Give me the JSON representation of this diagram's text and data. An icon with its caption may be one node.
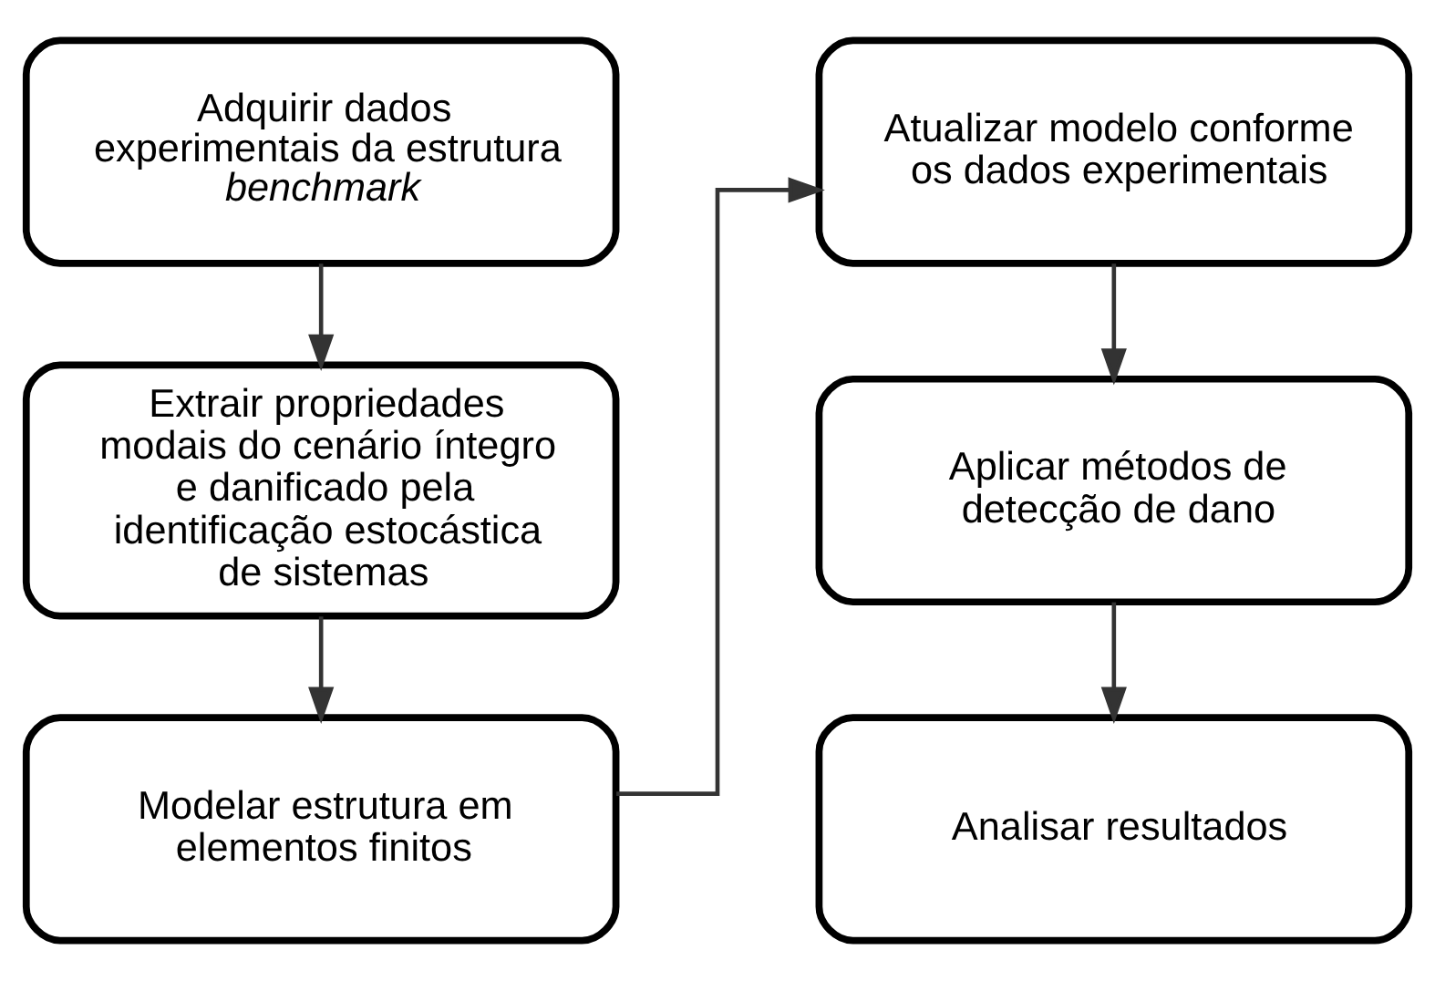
{
  "diagram": {
    "nodes": [
      {
        "text": [
          "Adquirir dados experimentais da estrutura *benchmark*"
        ]
      },
      {
        "text": [
          "Extrair propriedades modais do cenário íntegro e danificado pela identificação estocástica de sistemas"
        ]
      },
      {
        "text": [
          "Modelar estrutura em elementos finitos"
        ]
      },
      {
        "text": [
          "Atualizar modelo conforme os dados experimentais"
        ]
      },
      {
        "text": [
          "Aplicar métodos de detecção de dano"
        ]
      },
      {
        "text": [
          "Analisar resultados"
        ]
      }
    ],
    "edges": [
      {
        "from": 0,
        "to": 1,
        "arrow": "to"
      },
      {
        "from": 1,
        "to": 2,
        "arrow": "to"
      },
      {
        "from": 2,
        "to": 3,
        "arrow": "to"
      },
      {
        "from": 3,
        "to": 4,
        "arrow": "to"
      },
      {
        "from": 4,
        "to": 5,
        "arrow": "to"
      }
    ]
  }
}
